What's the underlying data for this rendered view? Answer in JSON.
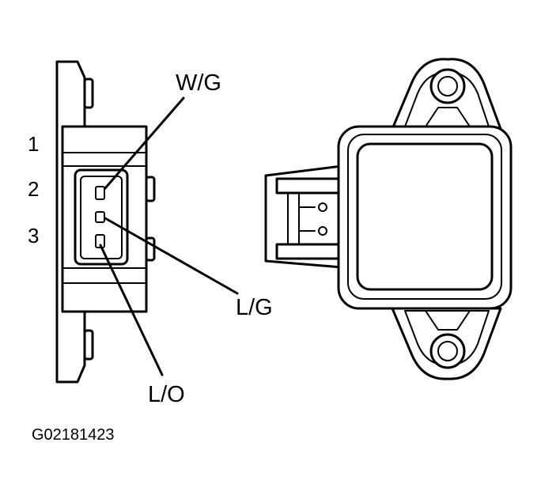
{
  "labels": {
    "wire_top": "W/G",
    "wire_middle": "L/G",
    "wire_bottom": "L/O",
    "pin_1": "1",
    "pin_2": "2",
    "pin_3": "3",
    "figure_code": "G02181423"
  }
}
